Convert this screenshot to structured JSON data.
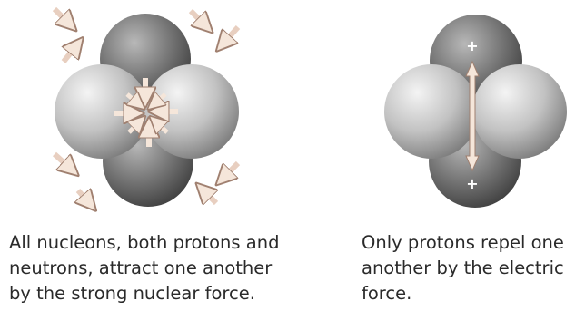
{
  "captions": {
    "left": [
      "All nucleons, both protons and",
      "neutrons, attract one another",
      "by the strong nuclear force."
    ],
    "right": [
      "Only protons repel one",
      "another by the electric",
      "force."
    ]
  },
  "symbols": {
    "proton_sign": "+"
  },
  "colors": {
    "proton": "#6e6e6e",
    "neutron": "#c4c4c4",
    "arrow_fill": "#f5e6da",
    "arrow_stroke": "#a08070"
  },
  "icons": {
    "attraction": "inward-arrow",
    "repulsion": "double-headed-arrow"
  }
}
